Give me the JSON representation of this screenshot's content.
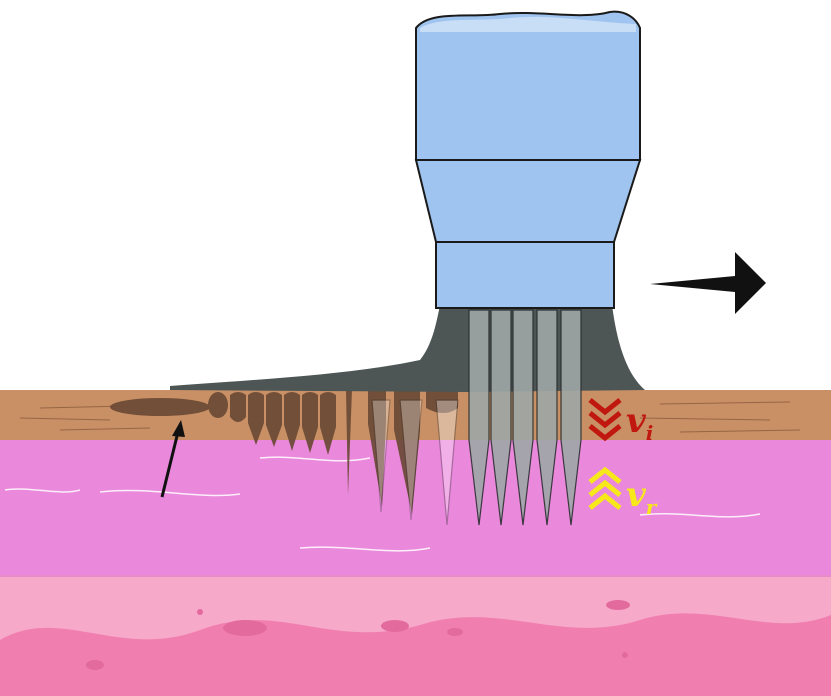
{
  "labels": {
    "incident_velocity": {
      "symbol": "v",
      "subscript": "i"
    },
    "retraction_velocity": {
      "symbol": "v",
      "subscript": "r"
    }
  },
  "colors": {
    "applicator_blue": "#9fc4f0",
    "applicator_outline": "#1a1a1a",
    "stratum_corneum": "#c99065",
    "dermis": "#ea88dc",
    "hypodermis": "#f6a9c8",
    "coating_gel": "#4d5655",
    "needle_fill": "#9ea7a6",
    "dissolved_track": "#6b4a35",
    "incident_arrow": "#c0180f",
    "retraction_arrow": "#f7e81a",
    "motion_arrow": "#111111"
  },
  "icons": {
    "motion": "right-arrow-icon",
    "incident": "chevron-down-double-icon",
    "retraction": "chevron-up-double-icon",
    "pointer": "pointer-arrow-icon"
  }
}
